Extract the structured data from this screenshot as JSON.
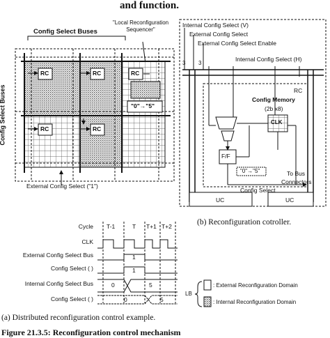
{
  "header": {
    "title": "and function."
  },
  "left_diagram": {
    "config_select_buses": "Config Select Buses",
    "local_sequencer": "\"Local Reconfiguration Sequencer\"",
    "sequence_box": "\"0\"→\"5\"",
    "rc_label": "RC",
    "side_label": "Config Select Buses",
    "external_select": "External Config Select (\"1\")"
  },
  "right_diagram": {
    "internal_select_v": "Internal Config Select (V)",
    "external_select": "External Config Select",
    "external_select_enable": "External Config Select Enable",
    "internal_select_h": "Internal Config Select (H)",
    "bus_3a": "3",
    "bus_3b": "3",
    "rc": "RC",
    "config_memory": "Config Memory",
    "memory_size": "(2b x8)",
    "clk": "CLK",
    "ff": "F/F",
    "counter": "\"0\"→\"5\"",
    "config_select": "Config Select",
    "to_bus": "To Bus",
    "connectors": "Connectors",
    "uc_left": "UC",
    "uc_right": "UC",
    "caption": "(b) Reconfiguration cotroller."
  },
  "timing": {
    "rows": [
      {
        "label": "Cycle"
      },
      {
        "label": "CLK"
      },
      {
        "label": "External Config Select Bus"
      },
      {
        "label": "Config Select ( )"
      },
      {
        "label": "Internal Config Select Bus"
      },
      {
        "label": "Config Select ( )"
      }
    ],
    "cycles": [
      "T-1",
      "T",
      "T+1",
      "T+2"
    ],
    "values": {
      "ext_bus": "1",
      "cfg_sel": "1",
      "int_before": "0",
      "int_after": "5",
      "cfg2_before": "0",
      "cfg2_after": "5"
    }
  },
  "legend": {
    "lb": "LB",
    "external": ": External Reconfiguration Domain",
    "internal": ": Internal Reconfiguration Domain"
  },
  "captions": {
    "a": "(a) Distributed reconfiguration control example.",
    "figure": "Figure 21.3.5: Reconfiguration control mechanism"
  }
}
